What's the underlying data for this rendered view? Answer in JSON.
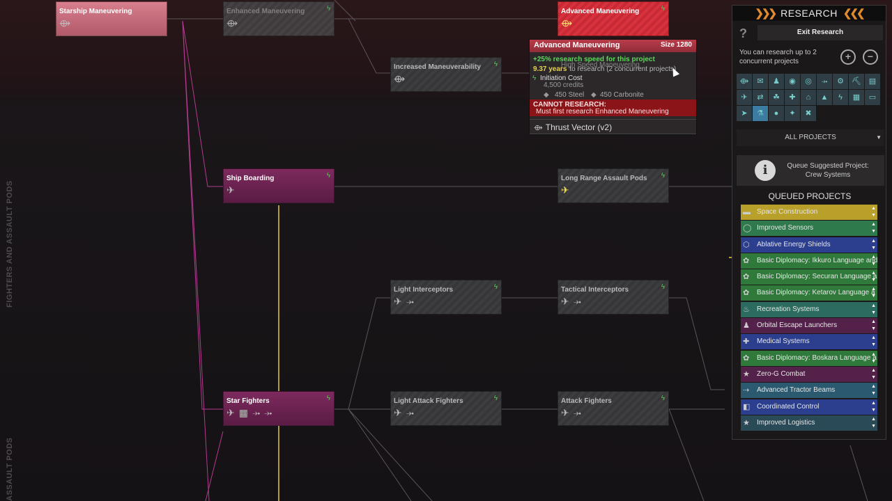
{
  "side_labels": [
    "FIGHTERS AND ASSAULT PODS",
    "ASSAULT PODS"
  ],
  "nodes": {
    "starship_maneuvering": {
      "title": "Starship Maneuvering"
    },
    "enhanced_maneuvering": {
      "title": "Enhanced Maneuvering"
    },
    "advanced_maneuvering": {
      "title": "Advanced Maneuvering"
    },
    "increased_maneuverability": {
      "title": "Increased Maneuverability"
    },
    "high_speed_maneuvering": {
      "title": "High Speed Maneuvering"
    },
    "ship_boarding": {
      "title": "Ship Boarding"
    },
    "long_range_assault_pods": {
      "title": "Long Range Assault Pods"
    },
    "light_interceptors": {
      "title": "Light Interceptors"
    },
    "tactical_interceptors": {
      "title": "Tactical Interceptors"
    },
    "star_fighters": {
      "title": "Star Fighters"
    },
    "light_attack_fighters": {
      "title": "Light Attack Fighters"
    },
    "attack_fighters": {
      "title": "Attack Fighters"
    }
  },
  "tooltip": {
    "title": "Advanced Maneuvering",
    "size": "Size 1280",
    "bonus": "+25% research speed for this project",
    "years": "9.37 years",
    "years_suffix": "to research (2 concurrent projects)",
    "init_label": "Initiation Cost",
    "credits": "4,500 credits",
    "steel": "450 Steel",
    "carbonite": "450 Carbonite",
    "cannot_title": "CANNOT RESEARCH:",
    "cannot_reason": "Must first research Enhanced Maneuvering",
    "unlock": "Thrust Vector (v2)"
  },
  "panel": {
    "title": "RESEARCH",
    "help": "?",
    "exit_label": "Exit Research",
    "concurrent": "You can research up to 2 concurrent projects",
    "filter": "ALL PROJECTS",
    "suggest_text": "Queue Suggested Project: Crew Systems",
    "queued_title": "QUEUED PROJECTS",
    "queue": [
      {
        "name": "Space Construction",
        "color": "#b8a02a"
      },
      {
        "name": "Improved Sensors",
        "color": "#2f7a4c"
      },
      {
        "name": "Ablative Energy Shields",
        "color": "#2c3f8f"
      },
      {
        "name": "Basic Diplomacy: Ikkuro Language and",
        "color": "#2f7a3a"
      },
      {
        "name": "Basic Diplomacy: Securan Language a",
        "color": "#2f7a3a"
      },
      {
        "name": "Basic Diplomacy: Ketarov Language a",
        "color": "#2f7a3a"
      },
      {
        "name": "Recreation Systems",
        "color": "#2b6b60"
      },
      {
        "name": "Orbital Escape Launchers",
        "color": "#54214a"
      },
      {
        "name": "Medical Systems",
        "color": "#2c3f8f"
      },
      {
        "name": "Basic Diplomacy: Boskara Language a",
        "color": "#2f7a3a"
      },
      {
        "name": "Zero-G Combat",
        "color": "#54214a"
      },
      {
        "name": "Advanced Tractor Beams",
        "color": "#2b5a70"
      },
      {
        "name": "Coordinated Control",
        "color": "#2c3f8f"
      },
      {
        "name": "Improved Logistics",
        "color": "#2b4a58"
      }
    ]
  }
}
